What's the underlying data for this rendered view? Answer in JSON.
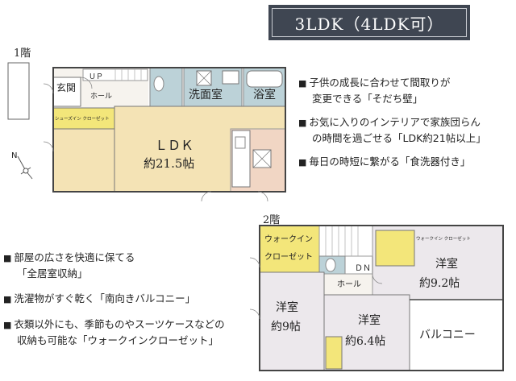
{
  "badge": {
    "layout": "3LDK（4LDK可）"
  },
  "floor1": {
    "label": "1階",
    "rooms": {
      "entrance": "玄関",
      "up": "ＵＰ",
      "hall": "ホール",
      "washroom": "洗面室",
      "bath": "浴室",
      "shoe_closet": "シューズイン クローゼット",
      "ldk_name": "ＬＤＫ",
      "ldk_size": "約21.5帖"
    }
  },
  "floor2": {
    "label": "2階",
    "rooms": {
      "wic_line1": "ウォークイン",
      "wic_line2": "クローゼット",
      "small_closet": "ウォークイン クローゼット",
      "dn": "ＤＮ",
      "hall": "ホール",
      "western_a_name": "洋室",
      "western_a_size": "約9.2帖",
      "western_b_name": "洋室",
      "western_b_size": "約9帖",
      "western_c_name": "洋室",
      "western_c_size": "約6.4帖",
      "balcony": "バルコニー"
    }
  },
  "compass": {
    "north": "N"
  },
  "features_top": [
    {
      "bullet": "■",
      "line1": "子供の成長に合わせて間取りが",
      "line2": "変更できる「そだち壁」"
    },
    {
      "bullet": "■",
      "line1": "お気に入りのインテリアで家族団らん",
      "line2": "の時間を過ごせる「LDK約21帖以上」"
    },
    {
      "bullet": "■",
      "line1": "毎日の時短に繋がる「食洗器付き」",
      "line2": ""
    }
  ],
  "features_bottom": [
    {
      "bullet": "■",
      "line1": "部屋の広さを快適に保てる",
      "line2": "「全居室収納」"
    },
    {
      "bullet": "■",
      "line1": "洗濯物がすぐ乾く「南向きバルコニー」",
      "line2": ""
    },
    {
      "bullet": "■",
      "line1": "衣類以外にも、季節ものやスーツケースなどの",
      "line2": "収納も可能な「ウォークインクローゼット」"
    }
  ],
  "colors": {
    "badge_bg": "#3f4652",
    "ldk_floor": "#f4e3b5",
    "kitchen_floor": "#f1d6c4",
    "wet_room": "#bcd2d8",
    "closet": "#f3e67a",
    "room_floor": "#ece8ec",
    "hall_floor": "#f6f3ee"
  }
}
